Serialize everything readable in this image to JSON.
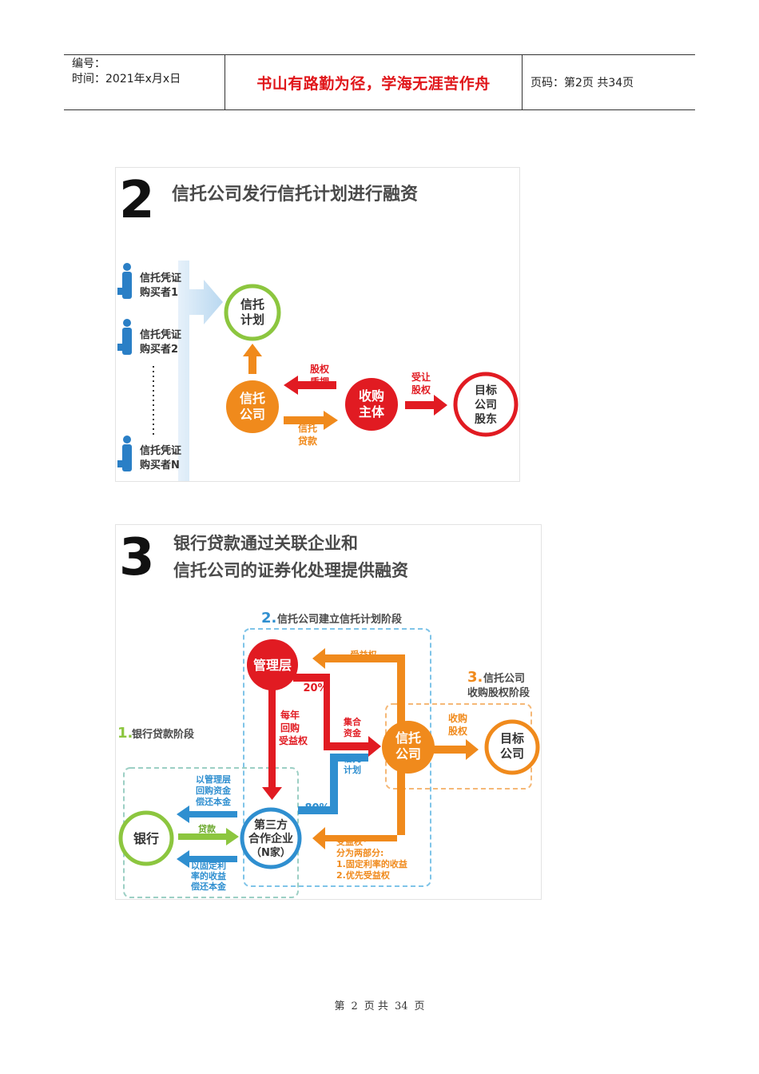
{
  "header": {
    "number_label": "编号：",
    "time_label": "时间：2021年x月x日",
    "motto": "书山有路勤为径，学海无涯苦作舟",
    "page_info": "页码：第2页  共34页"
  },
  "figure2": {
    "num": "2",
    "title": "信托公司发行信托计划进行融资",
    "buyers": [
      {
        "line1": "信托凭证",
        "line2": "购买者1"
      },
      {
        "line1": "信托凭证",
        "line2": "购买者2"
      },
      {
        "line1": "信托凭证",
        "line2": "购买者N"
      }
    ],
    "trust_plan": [
      "信托",
      "计划"
    ],
    "trust_company": [
      "信托",
      "公司"
    ],
    "acquirer": [
      "收购",
      "主体"
    ],
    "target": [
      "目标",
      "公司",
      "股东"
    ],
    "equity_pledge": [
      "股权",
      "质押"
    ],
    "trust_loan": [
      "信托",
      "贷款"
    ],
    "transfer_equity": [
      "受让",
      "股权"
    ]
  },
  "figure3": {
    "num": "3",
    "title_line1": "银行贷款通过关联企业和",
    "title_line2": "信托公司的证券化处理提供融资",
    "stage2_num": "2.",
    "stage2_label": "信托公司建立信托计划阶段",
    "stage1_num": "1.",
    "stage1_label": "银行贷款阶段",
    "stage3_num": "3.",
    "stage3_label1": "信托公司",
    "stage3_label2": "收购股权阶段",
    "management": "管理层",
    "pct20": "20%",
    "pct80": "80%",
    "buyback": [
      "每年",
      "回购",
      "受益权"
    ],
    "pooled_funds": [
      "集合",
      "资金"
    ],
    "trust_plan": [
      "信托",
      "计划"
    ],
    "beneficial_right_top": "受益权",
    "trust_company": [
      "信托",
      "公司"
    ],
    "acquire_equity": [
      "收购",
      "股权"
    ],
    "target_company": [
      "目标",
      "公司"
    ],
    "bank": "银行",
    "third_party": [
      "第三方",
      "合作企业",
      "（N家）"
    ],
    "repay_mgmt": [
      "以管理层",
      "回购资金",
      "偿还本金"
    ],
    "loan": "贷款",
    "repay_fixed": [
      "以固定利",
      "率的收益",
      "偿还本金"
    ],
    "beneficial_bottom": [
      "受益权*",
      "分为两部分:",
      "1.固定利率的收益",
      "2.优先受益权"
    ]
  },
  "footer": {
    "prefix": "第",
    "page": "2",
    "mid": "页 共",
    "total": "34",
    "suffix": "页"
  },
  "colors": {
    "orange": "#f08a1c",
    "red": "#e11b22",
    "green": "#8cc63f",
    "blue": "#2f8fd0",
    "dark_text": "#4a4a4a"
  }
}
